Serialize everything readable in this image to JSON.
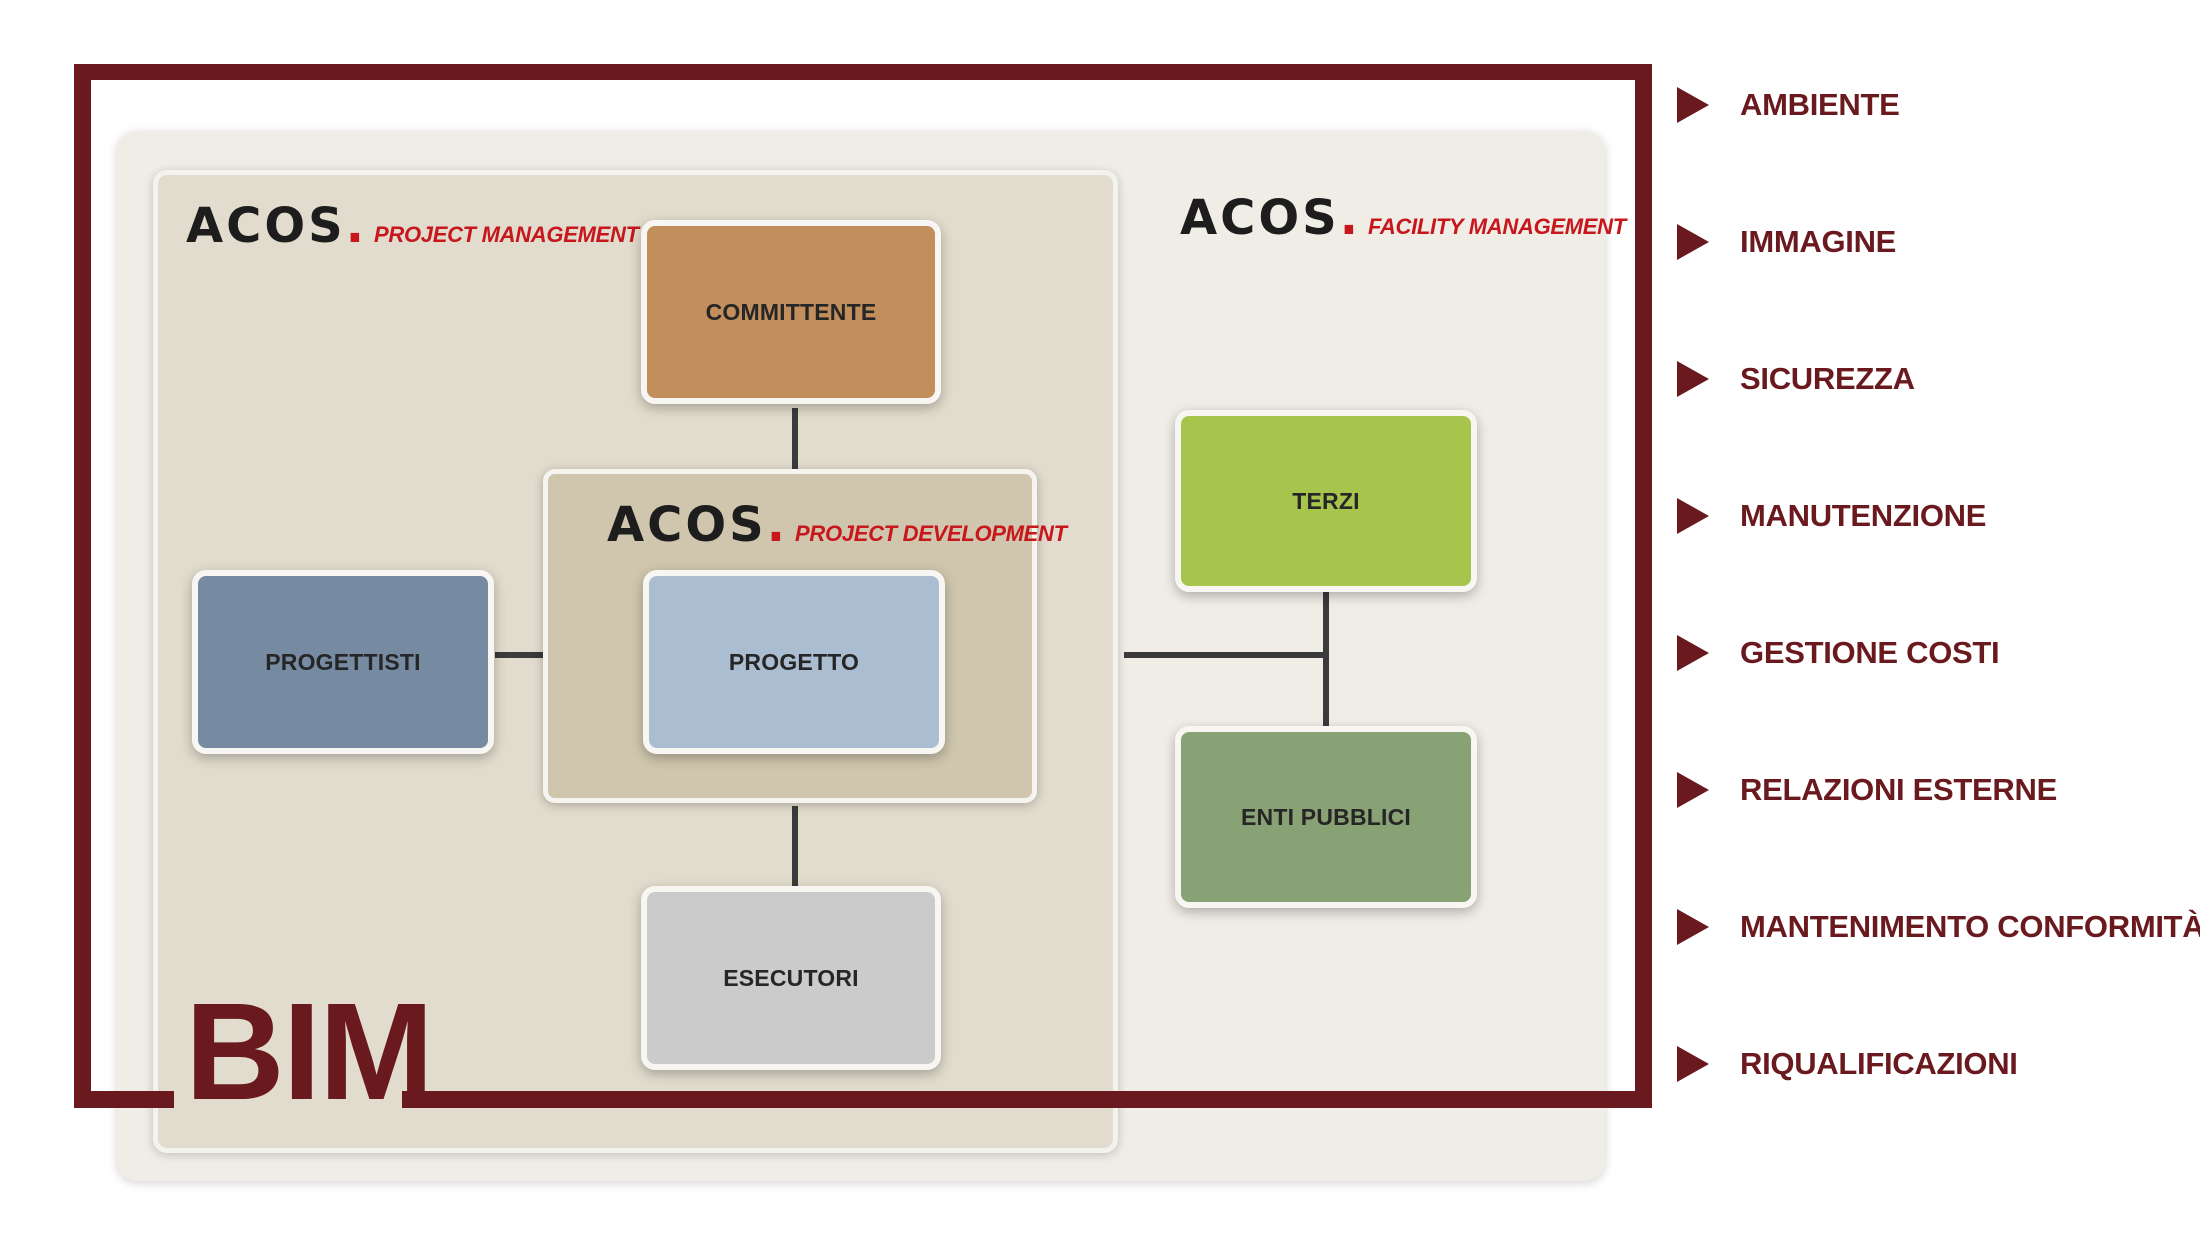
{
  "logos": {
    "project_management": {
      "word": "ACOS",
      "dot": ".",
      "subtitle": "PROJECT MANAGEMENT"
    },
    "facility_management": {
      "word": "ACOS",
      "dot": ".",
      "subtitle": "FACILITY MANAGEMENT"
    },
    "project_development": {
      "word": "ACOS",
      "dot": ".",
      "subtitle": "PROJECT DEVELOPMENT"
    }
  },
  "boxes": {
    "committente": "COMMITTENTE",
    "progettisti": "PROGETTISTI",
    "progetto": "PROGETTO",
    "esecutori": "ESECUTORI",
    "terzi": "TERZI",
    "enti_pubblici": "ENTI PUBBLICI"
  },
  "frame_label": "BIM",
  "benefits": [
    "AMBIENTE",
    "IMMAGINE",
    "SICUREZZA",
    "MANUTENZIONE",
    "GESTIONE COSTI",
    "RELAZIONI ESTERNE",
    "MANTENIMENTO CONFORMITÀ",
    "RIQUALIFICAZIONI"
  ],
  "colors": {
    "frame": "#6a1a1e",
    "accent_red": "#c8161d",
    "committente": "#c28e5c",
    "progettisti": "#768aa1",
    "progetto": "#abbdd0",
    "esecutori": "#cbcbcb",
    "terzi": "#a7c54d",
    "enti_pubblici": "#89a275"
  },
  "icons": {
    "list_bullet": "triangle-right-icon"
  }
}
